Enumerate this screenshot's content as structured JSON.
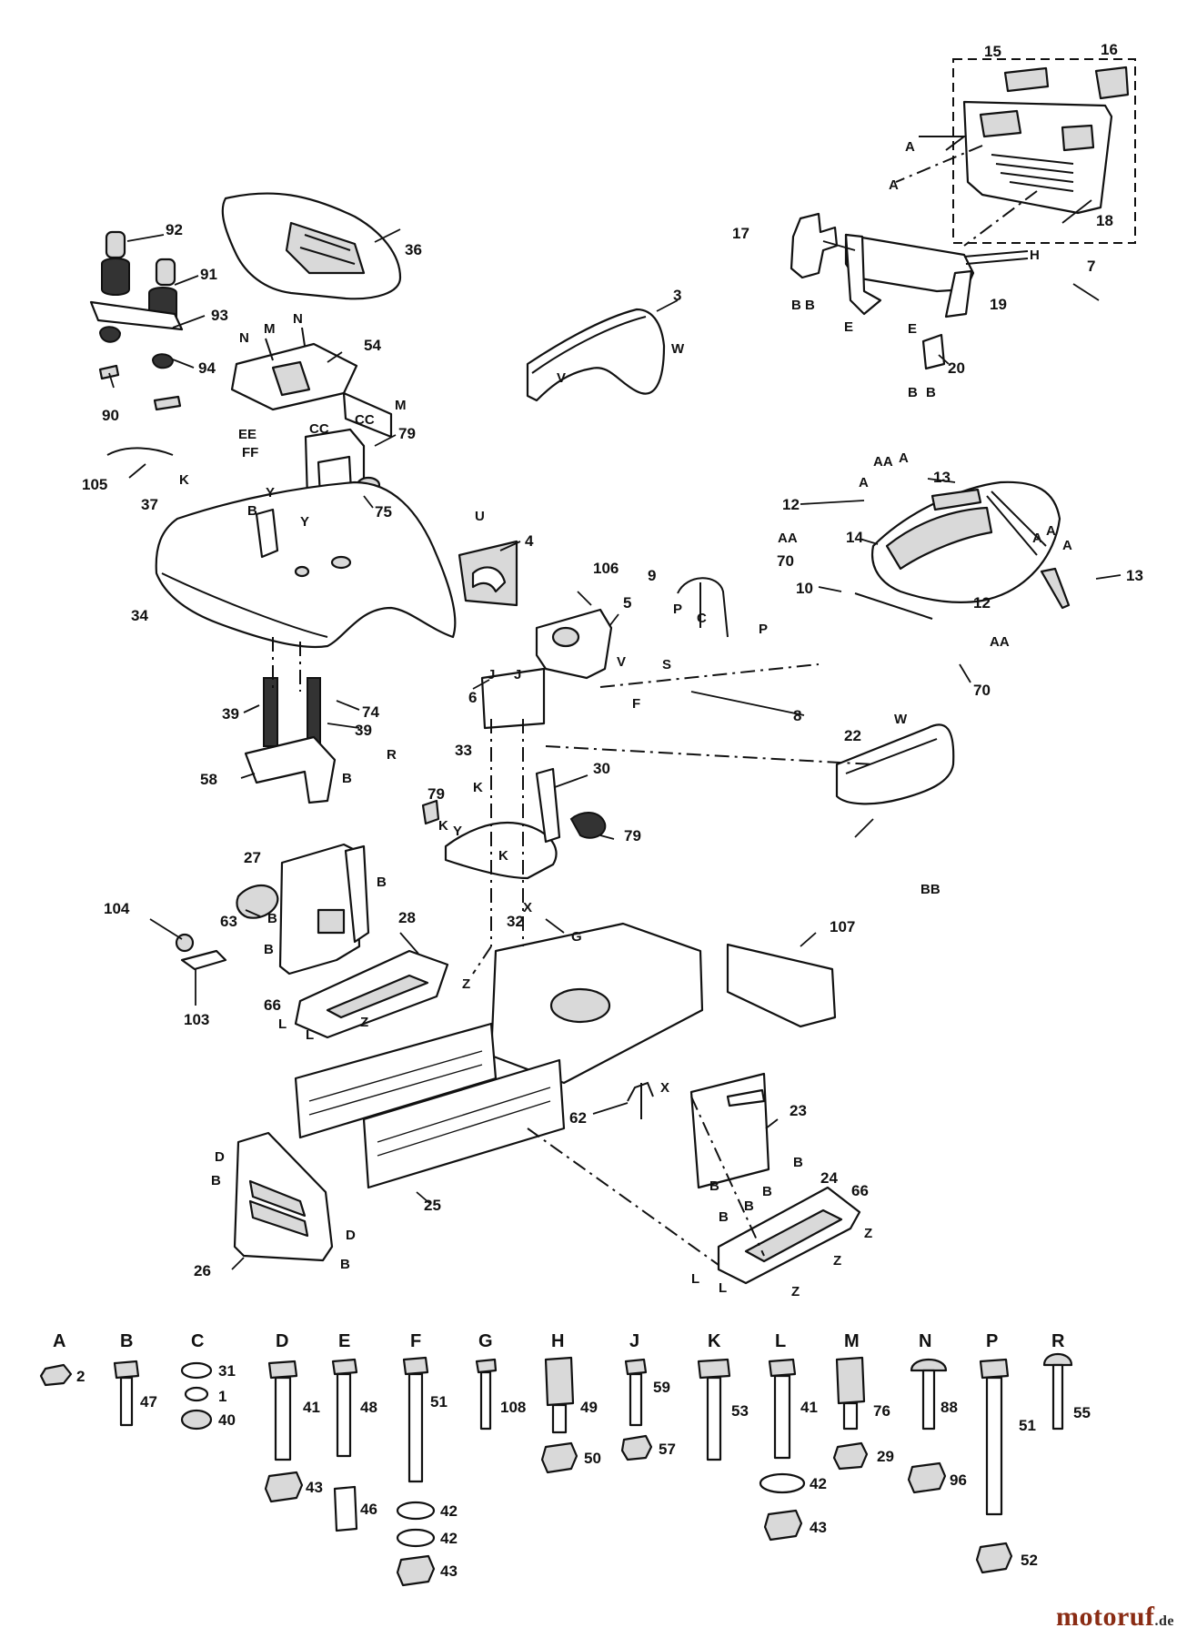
{
  "callouts": [
    {
      "id": "c1",
      "text": "15"
    },
    {
      "id": "c2",
      "text": "16"
    },
    {
      "id": "c3",
      "text": "A"
    },
    {
      "id": "c4",
      "text": "A"
    },
    {
      "id": "c5",
      "text": "18"
    },
    {
      "id": "c6",
      "text": "7"
    },
    {
      "id": "c7",
      "text": "17"
    },
    {
      "id": "c8",
      "text": "H"
    },
    {
      "id": "c9",
      "text": "B B"
    },
    {
      "id": "c10",
      "text": "E"
    },
    {
      "id": "c11",
      "text": "E"
    },
    {
      "id": "c12",
      "text": "19"
    },
    {
      "id": "c13",
      "text": "20"
    },
    {
      "id": "c14",
      "text": "B"
    },
    {
      "id": "c15",
      "text": "B"
    },
    {
      "id": "c16",
      "text": "36"
    },
    {
      "id": "c17",
      "text": "92"
    },
    {
      "id": "c18",
      "text": "91"
    },
    {
      "id": "c19",
      "text": "93"
    },
    {
      "id": "c20",
      "text": "94"
    },
    {
      "id": "c21",
      "text": "90"
    },
    {
      "id": "c22",
      "text": "105"
    },
    {
      "id": "c23",
      "text": "N"
    },
    {
      "id": "c24",
      "text": "M"
    },
    {
      "id": "c25",
      "text": "N"
    },
    {
      "id": "c26",
      "text": "54"
    },
    {
      "id": "c27",
      "text": "M"
    },
    {
      "id": "c28",
      "text": "EE"
    },
    {
      "id": "c29",
      "text": "FF"
    },
    {
      "id": "c30",
      "text": "CC"
    },
    {
      "id": "c31",
      "text": "CC"
    },
    {
      "id": "c32",
      "text": "79"
    },
    {
      "id": "c33",
      "text": "75"
    },
    {
      "id": "c34",
      "text": "3"
    },
    {
      "id": "c35",
      "text": "W"
    },
    {
      "id": "c36",
      "text": "V"
    },
    {
      "id": "c37",
      "text": "K"
    },
    {
      "id": "c38",
      "text": "37"
    },
    {
      "id": "c39",
      "text": "Y"
    },
    {
      "id": "c40",
      "text": "B"
    },
    {
      "id": "c41",
      "text": "Y"
    },
    {
      "id": "c42",
      "text": "34"
    },
    {
      "id": "c43",
      "text": "U"
    },
    {
      "id": "c44",
      "text": "4"
    },
    {
      "id": "c45",
      "text": "106"
    },
    {
      "id": "c46",
      "text": "5"
    },
    {
      "id": "c47",
      "text": "V"
    },
    {
      "id": "c48",
      "text": "F"
    },
    {
      "id": "c49",
      "text": "9"
    },
    {
      "id": "c50",
      "text": "P"
    },
    {
      "id": "c51",
      "text": "C"
    },
    {
      "id": "c52",
      "text": "P"
    },
    {
      "id": "c53",
      "text": "S"
    },
    {
      "id": "c54",
      "text": "8"
    },
    {
      "id": "c55",
      "text": "12"
    },
    {
      "id": "c56",
      "text": "A"
    },
    {
      "id": "c57",
      "text": "AA"
    },
    {
      "id": "c58",
      "text": "A"
    },
    {
      "id": "c59",
      "text": "13"
    },
    {
      "id": "c60",
      "text": "14"
    },
    {
      "id": "c61",
      "text": "AA"
    },
    {
      "id": "c62",
      "text": "70"
    },
    {
      "id": "c63",
      "text": "A"
    },
    {
      "id": "c64",
      "text": "A"
    },
    {
      "id": "c65",
      "text": "A"
    },
    {
      "id": "c66",
      "text": "13"
    },
    {
      "id": "c67",
      "text": "10"
    },
    {
      "id": "c68",
      "text": "12"
    },
    {
      "id": "c69",
      "text": "AA"
    },
    {
      "id": "c70",
      "text": "70"
    },
    {
      "id": "c71",
      "text": "6"
    },
    {
      "id": "c72",
      "text": "J"
    },
    {
      "id": "c73",
      "text": "J"
    },
    {
      "id": "c74",
      "text": "39"
    },
    {
      "id": "c75",
      "text": "74"
    },
    {
      "id": "c76",
      "text": "39"
    },
    {
      "id": "c77",
      "text": "58"
    },
    {
      "id": "c78",
      "text": "B"
    },
    {
      "id": "c79",
      "text": "R"
    },
    {
      "id": "c80",
      "text": "33"
    },
    {
      "id": "c81",
      "text": "30"
    },
    {
      "id": "c82",
      "text": "79"
    },
    {
      "id": "c83",
      "text": "K"
    },
    {
      "id": "c84",
      "text": "K"
    },
    {
      "id": "c85",
      "text": "Y"
    },
    {
      "id": "c86",
      "text": "K"
    },
    {
      "id": "c87",
      "text": "79"
    },
    {
      "id": "c88",
      "text": "W"
    },
    {
      "id": "c89",
      "text": "22"
    },
    {
      "id": "c90",
      "text": "BB"
    },
    {
      "id": "c91",
      "text": "27"
    },
    {
      "id": "c92",
      "text": "B"
    },
    {
      "id": "c93",
      "text": "104"
    },
    {
      "id": "c94",
      "text": "63"
    },
    {
      "id": "c95",
      "text": "B"
    },
    {
      "id": "c96",
      "text": "B"
    },
    {
      "id": "c97",
      "text": "103"
    },
    {
      "id": "c98",
      "text": "28"
    },
    {
      "id": "c99",
      "text": "X"
    },
    {
      "id": "c100",
      "text": "32"
    },
    {
      "id": "c101",
      "text": "G"
    },
    {
      "id": "c102",
      "text": "107"
    },
    {
      "id": "c103",
      "text": "Z"
    },
    {
      "id": "c104",
      "text": "66"
    },
    {
      "id": "c105",
      "text": "L"
    },
    {
      "id": "c106",
      "text": "L"
    },
    {
      "id": "c107",
      "text": "Z"
    },
    {
      "id": "c108",
      "text": "62"
    },
    {
      "id": "c109",
      "text": "X"
    },
    {
      "id": "c110",
      "text": "23"
    },
    {
      "id": "c111",
      "text": "B"
    },
    {
      "id": "c112",
      "text": "B"
    },
    {
      "id": "c113",
      "text": "B"
    },
    {
      "id": "c114",
      "text": "B"
    },
    {
      "id": "c115",
      "text": "B"
    },
    {
      "id": "c116",
      "text": "24"
    },
    {
      "id": "c117",
      "text": "66"
    },
    {
      "id": "c118",
      "text": "Z"
    },
    {
      "id": "c119",
      "text": "Z"
    },
    {
      "id": "c120",
      "text": "L"
    },
    {
      "id": "c121",
      "text": "L"
    },
    {
      "id": "c122",
      "text": "Z"
    },
    {
      "id": "c123",
      "text": "D"
    },
    {
      "id": "c124",
      "text": "B"
    },
    {
      "id": "c125",
      "text": "D"
    },
    {
      "id": "c126",
      "text": "B"
    },
    {
      "id": "c127",
      "text": "26"
    },
    {
      "id": "c128",
      "text": "25"
    }
  ],
  "hardware": [
    {
      "letter": "A",
      "parts": [
        "2"
      ]
    },
    {
      "letter": "B",
      "parts": [
        "47"
      ]
    },
    {
      "letter": "C",
      "parts": [
        "31",
        "1",
        "40"
      ]
    },
    {
      "letter": "D",
      "parts": [
        "41",
        "43"
      ]
    },
    {
      "letter": "E",
      "parts": [
        "48",
        "46"
      ]
    },
    {
      "letter": "F",
      "parts": [
        "51",
        "42",
        "42",
        "43"
      ]
    },
    {
      "letter": "G",
      "parts": [
        "108"
      ]
    },
    {
      "letter": "H",
      "parts": [
        "49",
        "50"
      ]
    },
    {
      "letter": "J",
      "parts": [
        "59",
        "57"
      ]
    },
    {
      "letter": "K",
      "parts": [
        "53"
      ]
    },
    {
      "letter": "L",
      "parts": [
        "41",
        "42",
        "43"
      ]
    },
    {
      "letter": "M",
      "parts": [
        "76",
        "29"
      ]
    },
    {
      "letter": "N",
      "parts": [
        "88",
        "96"
      ]
    },
    {
      "letter": "P",
      "parts": [
        "51",
        "52"
      ]
    },
    {
      "letter": "R",
      "parts": [
        "55"
      ]
    }
  ],
  "watermark": {
    "name": "motoruf",
    "tld": ".de"
  }
}
